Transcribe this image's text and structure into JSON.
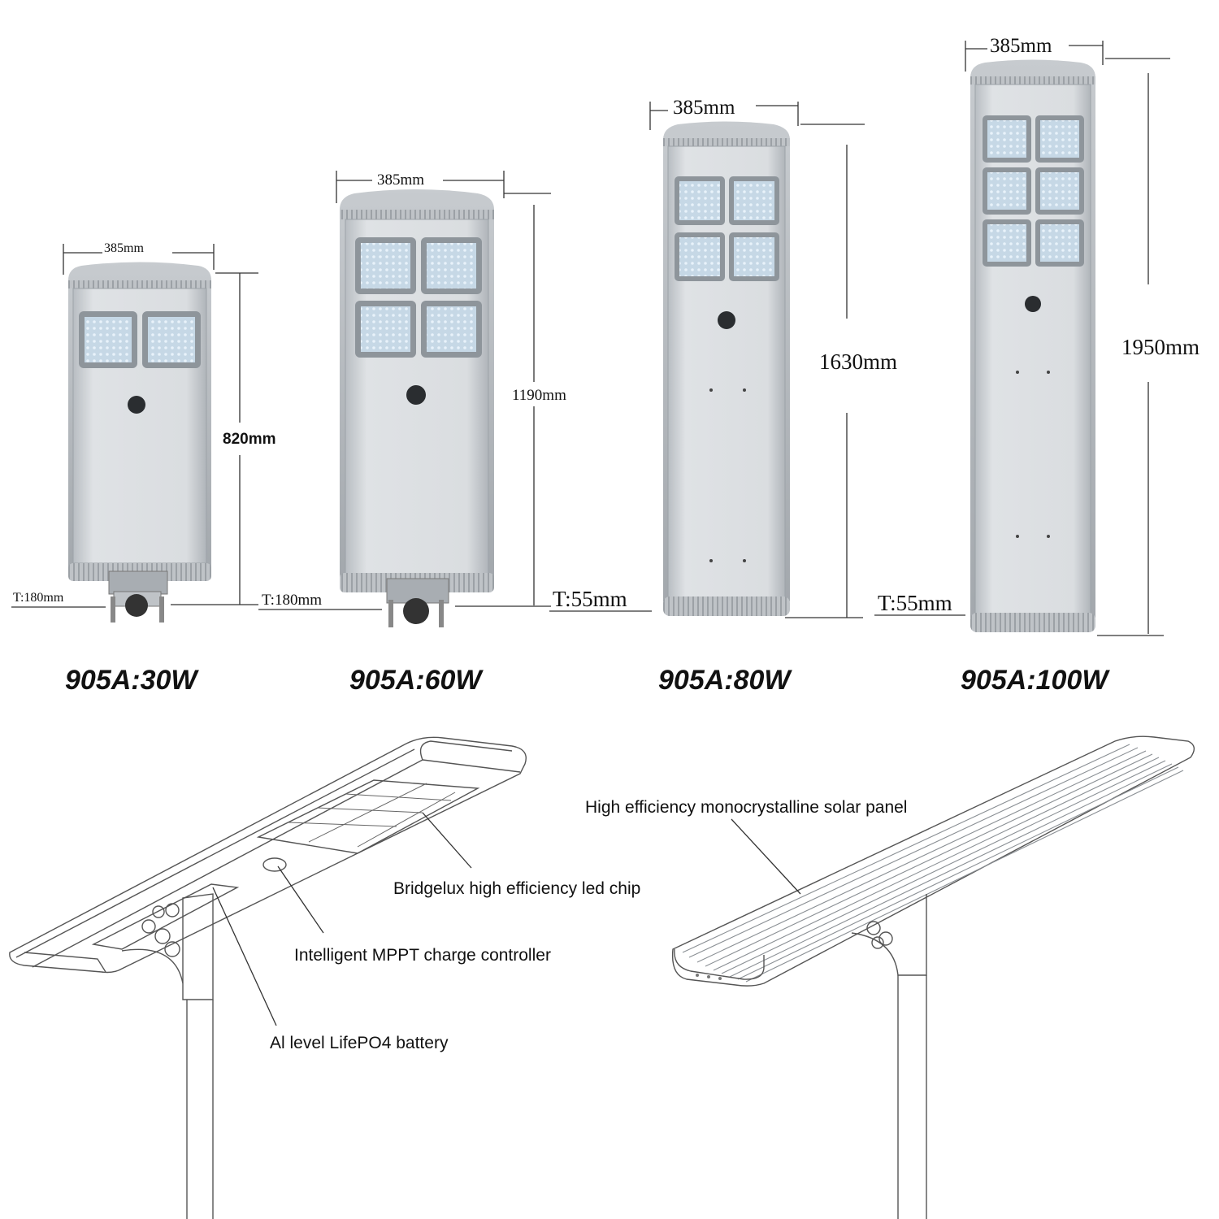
{
  "products": [
    {
      "model": "905A:30W",
      "width": "385mm",
      "height": "820mm",
      "thickness": "T:180mm",
      "led_modules": 2
    },
    {
      "model": "905A:60W",
      "width": "385mm",
      "height": "1190mm",
      "thickness": "T:180mm",
      "led_modules": 4
    },
    {
      "model": "905A:80W",
      "width": "385mm",
      "height": "1630mm",
      "thickness": "T:55mm",
      "led_modules": 4
    },
    {
      "model": "905A:100W",
      "width": "385mm",
      "height": "1950mm",
      "thickness": "T:55mm",
      "led_modules": 6
    }
  ],
  "callouts": {
    "solar_panel": "High efficiency monocrystalline solar panel",
    "led_chip": "Bridgelux high efficiency led chip",
    "controller": "Intelligent MPPT charge controller",
    "battery": "Al level LifePO4 battery"
  },
  "colors": {
    "housing": "#d4d8dc",
    "housing_edge": "#9da3a8",
    "led_panel": "#b9cfe0",
    "text": "#111111"
  }
}
